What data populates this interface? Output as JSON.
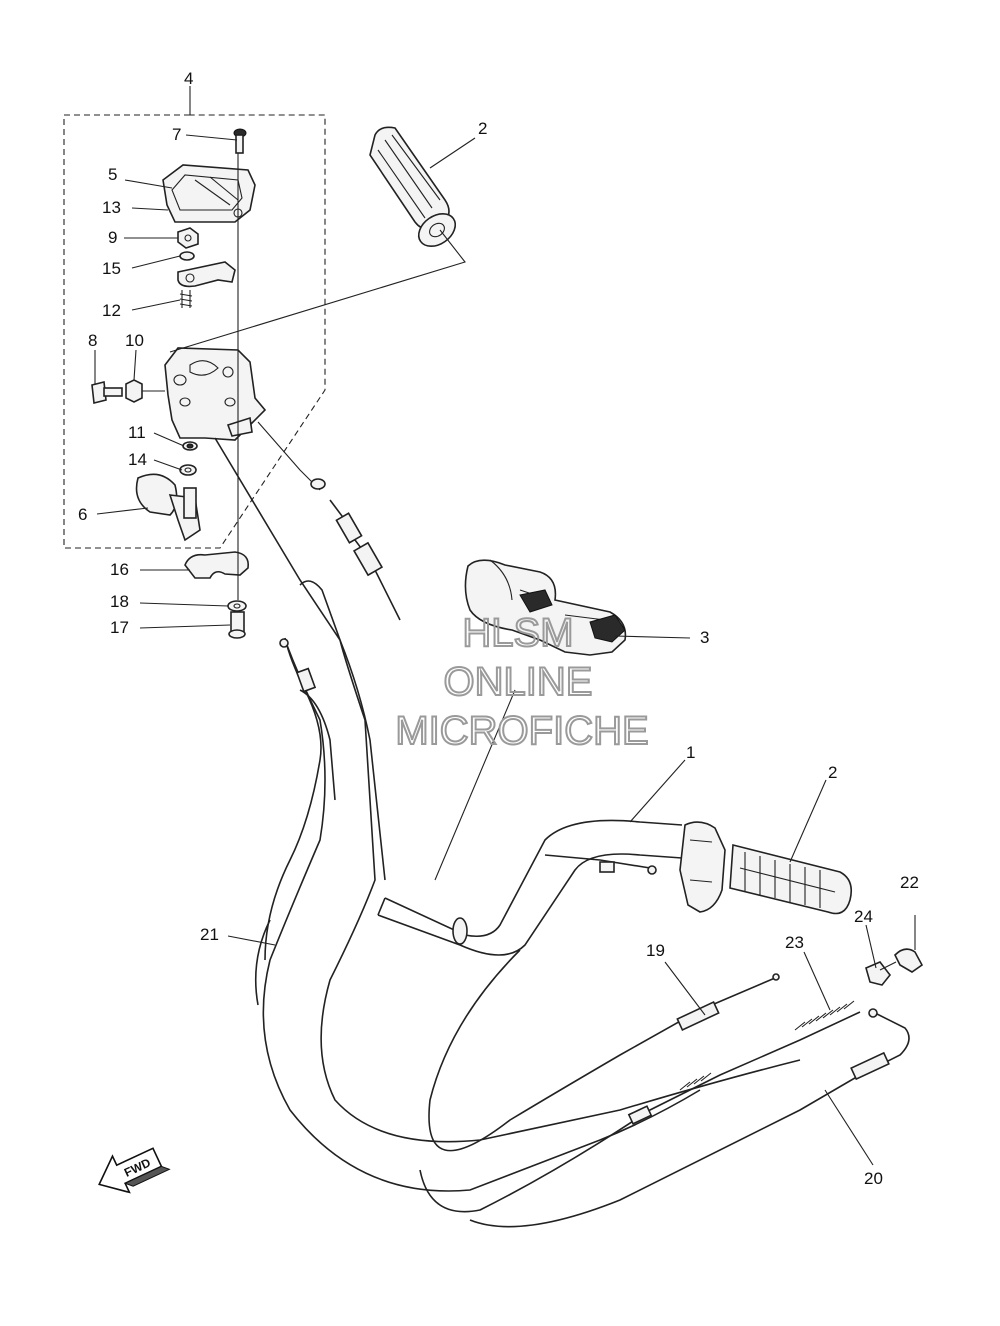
{
  "diagram": {
    "callouts": {
      "c1": "1",
      "c2a": "2",
      "c2b": "2",
      "c3": "3",
      "c4": "4",
      "c5": "5",
      "c6": "6",
      "c7": "7",
      "c8": "8",
      "c9": "9",
      "c10": "10",
      "c11": "11",
      "c12": "12",
      "c13": "13",
      "c14": "14",
      "c15": "15",
      "c16": "16",
      "c17": "17",
      "c18": "18",
      "c19": "19",
      "c20": "20",
      "c21": "21",
      "c22": "22",
      "c23": "23",
      "c24": "24"
    },
    "watermark": {
      "line1": "HLSM",
      "line2": "ONLINE",
      "line3": "MICROFICHE"
    },
    "direction_arrow": {
      "label": "FWD",
      "icon": "forward-arrow-icon"
    }
  }
}
